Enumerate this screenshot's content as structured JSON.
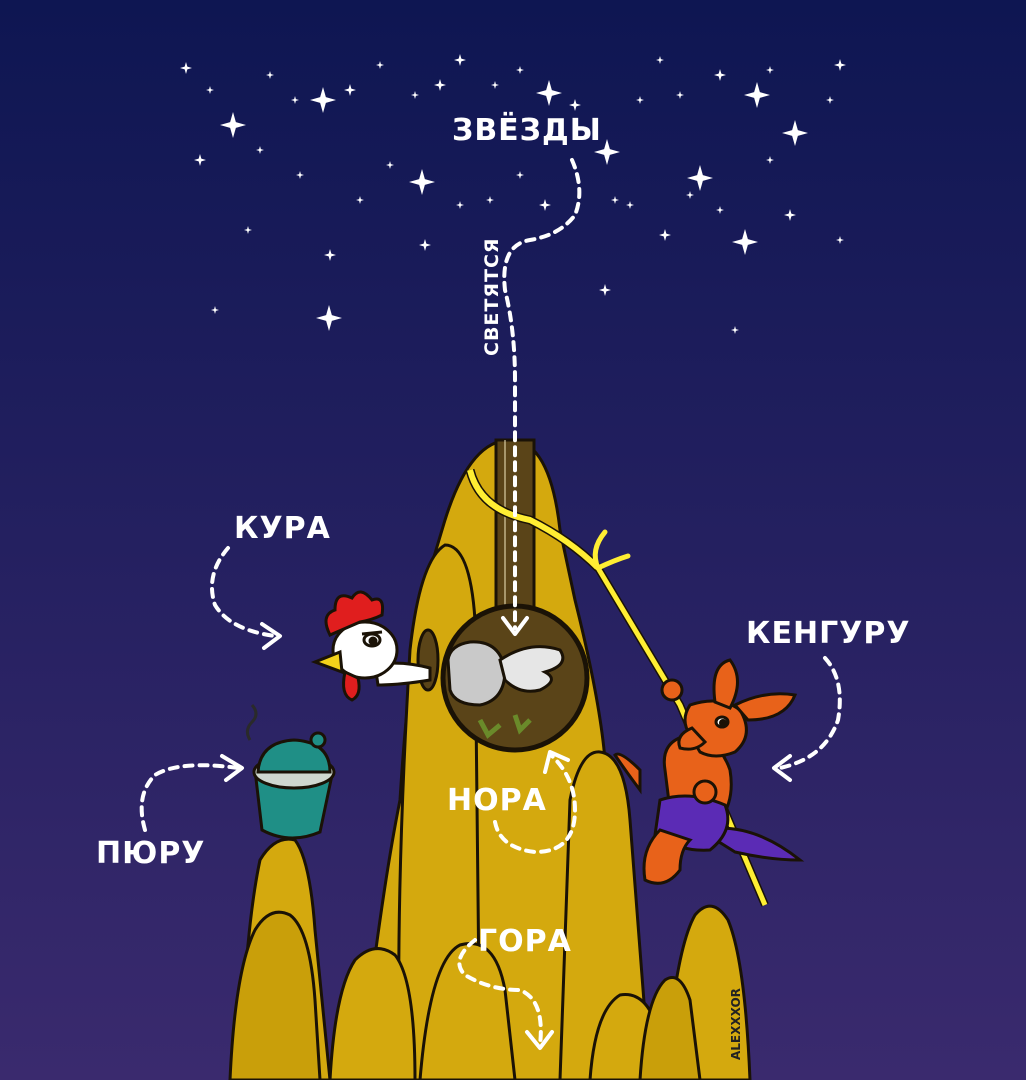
{
  "labels": {
    "stars": "ЗВЁЗДЫ",
    "shine": "СВЕТЯТСЯ",
    "hen": "КУРА",
    "kangaroo": "КЕНГУРУ",
    "puree": "ПЮРУ",
    "burrow": "НОРА",
    "mountain": "ГОРА"
  },
  "signature": "ALEXXXOR",
  "colors": {
    "sky_top": "#0e1652",
    "sky_bottom": "#3a2a6e",
    "mountain": "#d4a90e",
    "mountain_shadow": "#b88f06",
    "outline": "#1a1206",
    "pot": "#1f8f86",
    "kangaroo": "#e8621a",
    "kangaroo_shorts": "#5b2bb5",
    "rope": "#ffee33",
    "burrow": "#5a4418",
    "hen_comb": "#e01e1e",
    "beak": "#f4d21a"
  }
}
